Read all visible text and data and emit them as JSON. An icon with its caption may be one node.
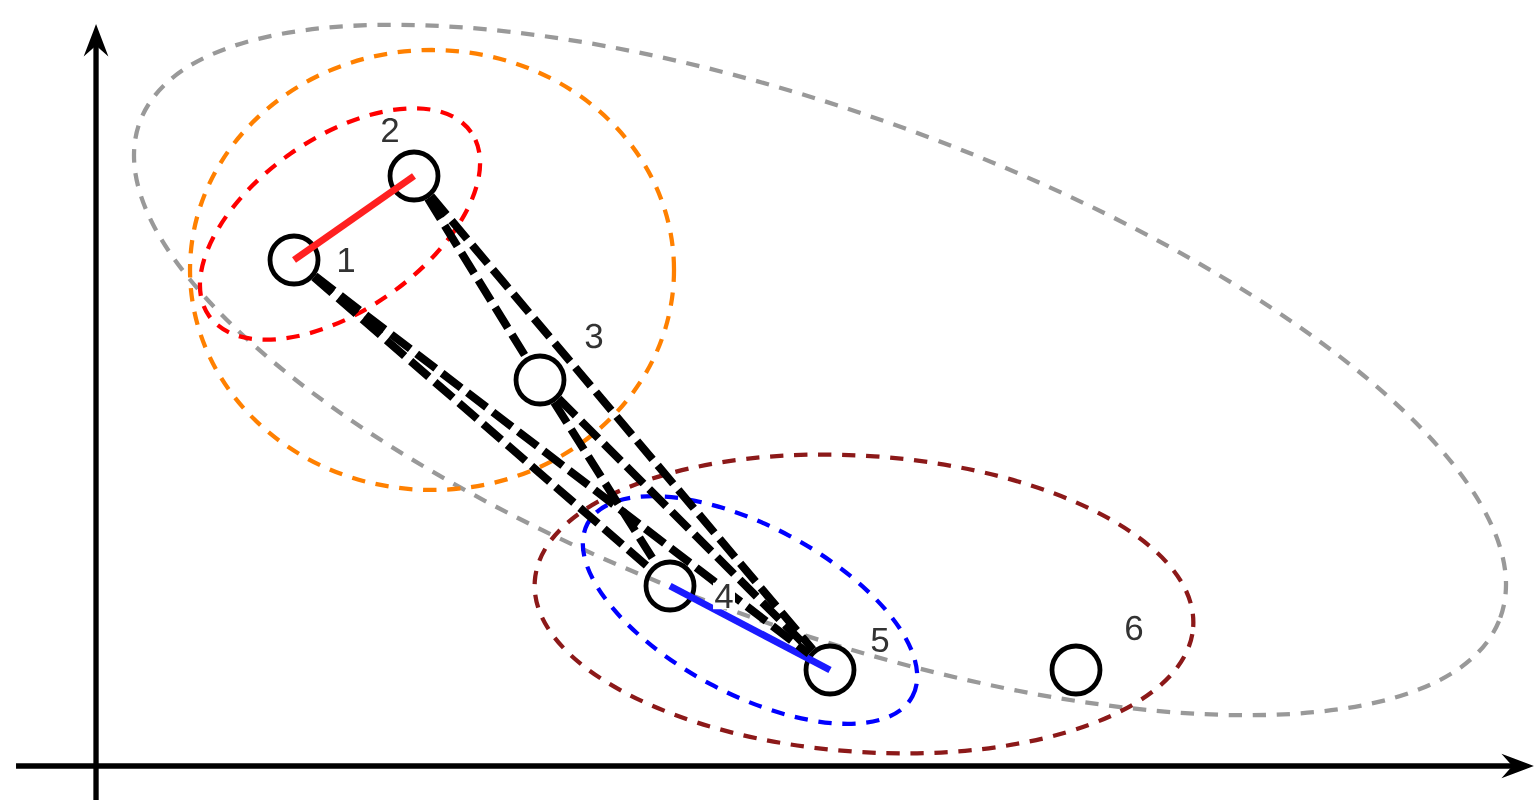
{
  "diagram": {
    "nodes": [
      {
        "text": [],
        "shape": "circle",
        "beside": [
          "1"
        ]
      },
      {
        "text": [],
        "shape": "circle",
        "beside": [
          "2"
        ]
      },
      {
        "text": [],
        "shape": "circle",
        "beside": [
          "3"
        ]
      },
      {
        "text": [],
        "shape": "circle",
        "beside": [
          "4"
        ]
      },
      {
        "text": [],
        "shape": "circle",
        "beside": [
          "5"
        ]
      },
      {
        "text": [],
        "shape": "circle",
        "beside": [
          "6"
        ]
      }
    ],
    "edges": [
      {
        "from": 0,
        "to": 1,
        "arrow": "none",
        "color": "#ff2020"
      },
      {
        "from": 3,
        "to": 4,
        "arrow": "none",
        "color": "#1a1aff"
      },
      {
        "from": 0,
        "to": 3,
        "arrow": "none",
        "style": "dashed"
      },
      {
        "from": 0,
        "to": 4,
        "arrow": "none",
        "style": "dashed"
      },
      {
        "from": 1,
        "to": 2,
        "arrow": "none",
        "style": "dashed"
      },
      {
        "from": 1,
        "to": 4,
        "arrow": "none",
        "style": "dashed"
      },
      {
        "from": 2,
        "to": 3,
        "arrow": "none",
        "style": "dashed"
      },
      {
        "from": 2,
        "to": 4,
        "arrow": "none",
        "style": "dashed"
      }
    ]
  }
}
